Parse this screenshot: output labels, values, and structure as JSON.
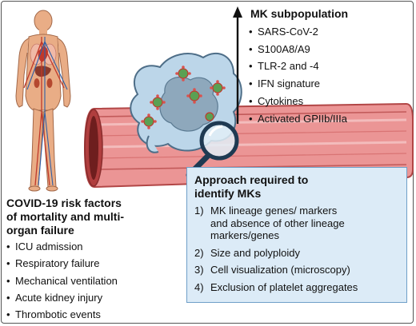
{
  "mk_subpopulation": {
    "title": "MK subpopulation",
    "items": [
      "SARS-CoV-2",
      "S100A8/A9",
      "TLR-2 and -4",
      "IFN signature",
      "Cytokines",
      "Activated GPIIb/IIIa"
    ]
  },
  "risk_factors": {
    "title_lines": [
      "COVID-19 risk factors",
      "of mortality and multi-",
      "organ failure"
    ],
    "items": [
      "ICU admission",
      "Respiratory failure",
      "Mechanical ventilation",
      "Acute kidney injury",
      "Thrombotic events"
    ]
  },
  "approach": {
    "title_lines": [
      "Approach required to",
      "identify MKs"
    ],
    "items": [
      {
        "num": "1)",
        "line1": "MK lineage genes/ markers",
        "line2": "and absence of other lineage",
        "line3": "markers/genes"
      },
      {
        "num": "2)",
        "line1": "Size and polyploidy"
      },
      {
        "num": "3)",
        "line1": "Cell visualization (microscopy)"
      },
      {
        "num": "4)",
        "line1": "Exclusion of platelet aggregates"
      }
    ]
  },
  "colors": {
    "vessel": "#e88a8a",
    "vessel_dark": "#c04848",
    "cell": "#b8d3e6",
    "nucleus": "#8fa9bc",
    "virus": "#5a9e54",
    "approach_box": "#dcebf7",
    "skin": "#e9ad86"
  },
  "icons": [
    "human-body-icon",
    "megakaryocyte-cell-icon",
    "magnifying-glass-icon",
    "up-arrow-icon"
  ]
}
